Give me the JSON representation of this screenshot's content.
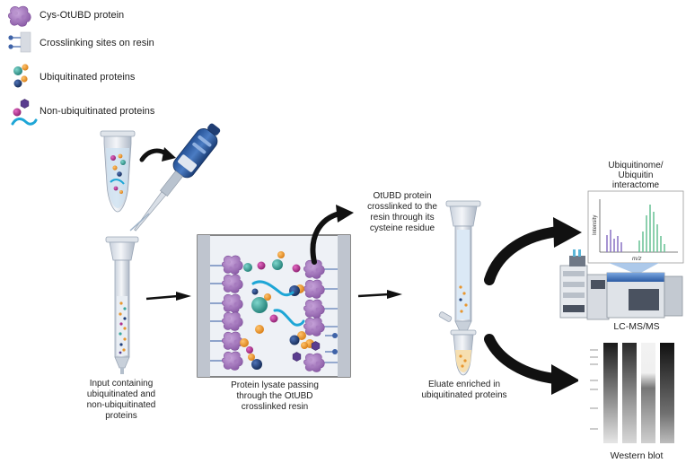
{
  "legend": {
    "cys_otubd": "Cys-OtUBD protein",
    "crosslinking_sites": "Crosslinking sites on resin",
    "ubiquitinated": "Ubiquitinated proteins",
    "non_ubiquitinated": "Non-ubiquitinated proteins"
  },
  "captions": {
    "input_l1": "Input containing",
    "input_l2": "ubiquitinated and",
    "input_l3": "non-ubiquitinated",
    "input_l4": "proteins",
    "lysate_l1": "Protein lysate passing",
    "lysate_l2": "through the OtUBD",
    "lysate_l3": "crosslinked resin",
    "crosslink_l1": "OtUBD protein",
    "crosslink_l2": "crosslinked to the",
    "crosslink_l3": "resin through its",
    "crosslink_l4": "cysteine residue",
    "eluate_l1": "Eluate enriched in",
    "eluate_l2": "ubiquitinated proteins",
    "interactome_l1": "Ubiquitinome/",
    "interactome_l2": "Ubiquitin",
    "interactome_l3": "interactome",
    "lcms": "LC-MS/MS",
    "western": "Western blot"
  },
  "spectrum": {
    "ylabel": "Intensity",
    "xlabel": "m/z"
  },
  "colors": {
    "otubd": "#9b6bb5",
    "resin": "#c8cdd6",
    "ub_orange": "#e8962e",
    "teal": "#3aa79d",
    "navy": "#1f3e78",
    "magenta": "#b0308c",
    "purple_hex": "#5a3c8f",
    "cyan_strand": "#1ea6d6"
  }
}
